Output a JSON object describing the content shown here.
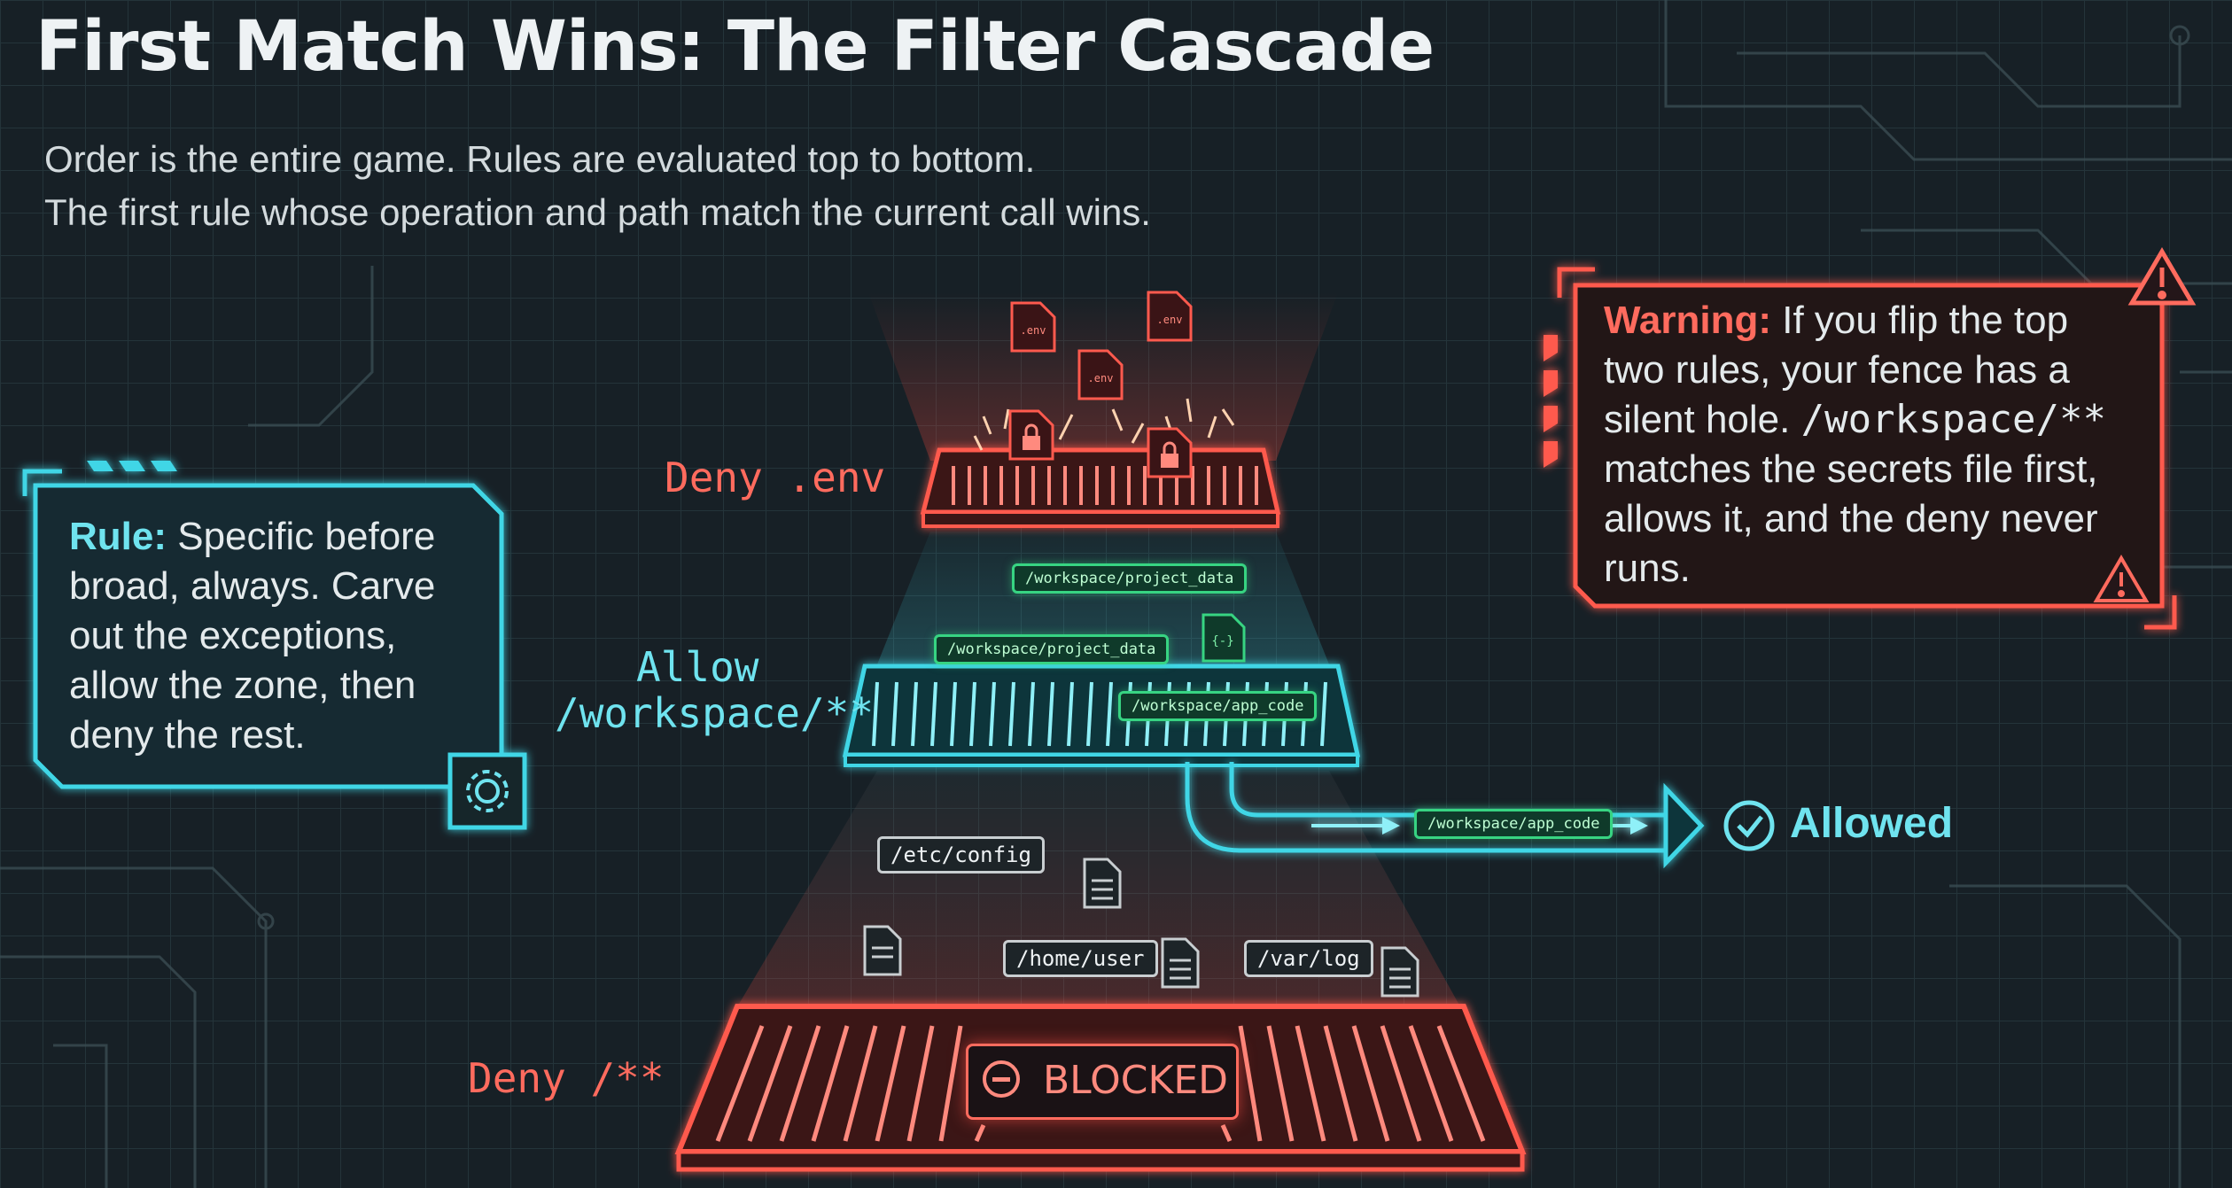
{
  "title": "First Match Wins: The Filter Cascade",
  "subtitle": [
    "Order is the entire game. Rules are evaluated top to bottom.",
    "The first rule whose operation and path match the current call wins."
  ],
  "rules": [
    {
      "label": "Deny .env",
      "action": "deny",
      "color": "#ff5a4e"
    },
    {
      "label_line1": "Allow",
      "label_line2": "/workspace/**",
      "action": "allow",
      "color": "#3fd6e6"
    },
    {
      "label": "Deny /**",
      "action": "deny",
      "color": "#ff5a4e"
    }
  ],
  "rule_note": {
    "heading": "Rule:",
    "text": "Specific before broad, always. Carve out the exceptions, allow the zone, then deny the rest.",
    "icon": "gear-icon"
  },
  "warning_note": {
    "heading": "Warning:",
    "text1": "If you flip the top two rules, your fence has a silent hole.",
    "text2": "/workspace/**",
    "text3": "matches the secrets file first, allows it, and the deny never runs.",
    "icon": "warning-triangle-icon"
  },
  "env_files": [
    ".env",
    ".env",
    ".env"
  ],
  "allowed_paths": [
    "/workspace/project_data",
    "/workspace/project_data",
    "/workspace/app_code",
    "/workspace/app_code"
  ],
  "blocked_paths": [
    "/etc/config",
    "/home/user",
    "/var/log"
  ],
  "outcomes": {
    "allowed": "Allowed",
    "blocked": "BLOCKED"
  },
  "colors": {
    "background": "#172026",
    "grid": "#2a3a40",
    "allow": "#3fd6e6",
    "deny": "#ff5a4e",
    "path_tag": "#37d482",
    "text": "#e4eaec"
  }
}
